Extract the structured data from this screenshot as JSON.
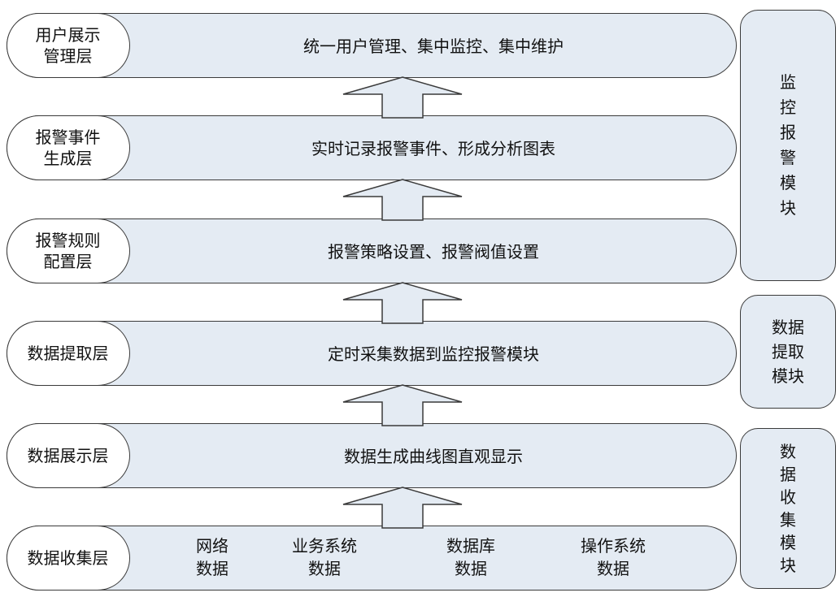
{
  "layers": [
    {
      "label_lines": [
        "用户展示",
        "管理层"
      ],
      "desc": "统一用户管理、集中监控、集中维护"
    },
    {
      "label_lines": [
        "报警事件",
        "生成层"
      ],
      "desc": "实时记录报警事件、形成分析图表"
    },
    {
      "label_lines": [
        "报警规则",
        "配置层"
      ],
      "desc": "报警策略设置、报警阀值设置"
    },
    {
      "label_lines": [
        "数据提取层"
      ],
      "desc": "定时采集数据到监控报警模块"
    },
    {
      "label_lines": [
        "数据展示层"
      ],
      "desc": "数据生成曲线图直观显示"
    },
    {
      "label_lines": [
        "数据收集层"
      ],
      "sources": [
        {
          "lines": [
            "网络",
            "数据"
          ]
        },
        {
          "lines": [
            "业务系统",
            "数据"
          ]
        },
        {
          "lines": [
            "数据库",
            "数据"
          ]
        },
        {
          "lines": [
            "操作系统",
            "数据"
          ]
        }
      ]
    }
  ],
  "modules": [
    {
      "name": "监控报警模块",
      "chars": [
        "监",
        "控",
        "报",
        "警",
        "模",
        "块"
      ]
    },
    {
      "name": "数据提取模块",
      "lines": [
        "数据",
        "提取",
        "模块"
      ]
    },
    {
      "name": "数据收集模块",
      "chars": [
        "数",
        "据",
        "收",
        "集",
        "模",
        "块"
      ]
    }
  ],
  "colors": {
    "fill": "#e4ebf3",
    "stroke": "#3a3a3a",
    "label_fill": "#ffffff"
  }
}
